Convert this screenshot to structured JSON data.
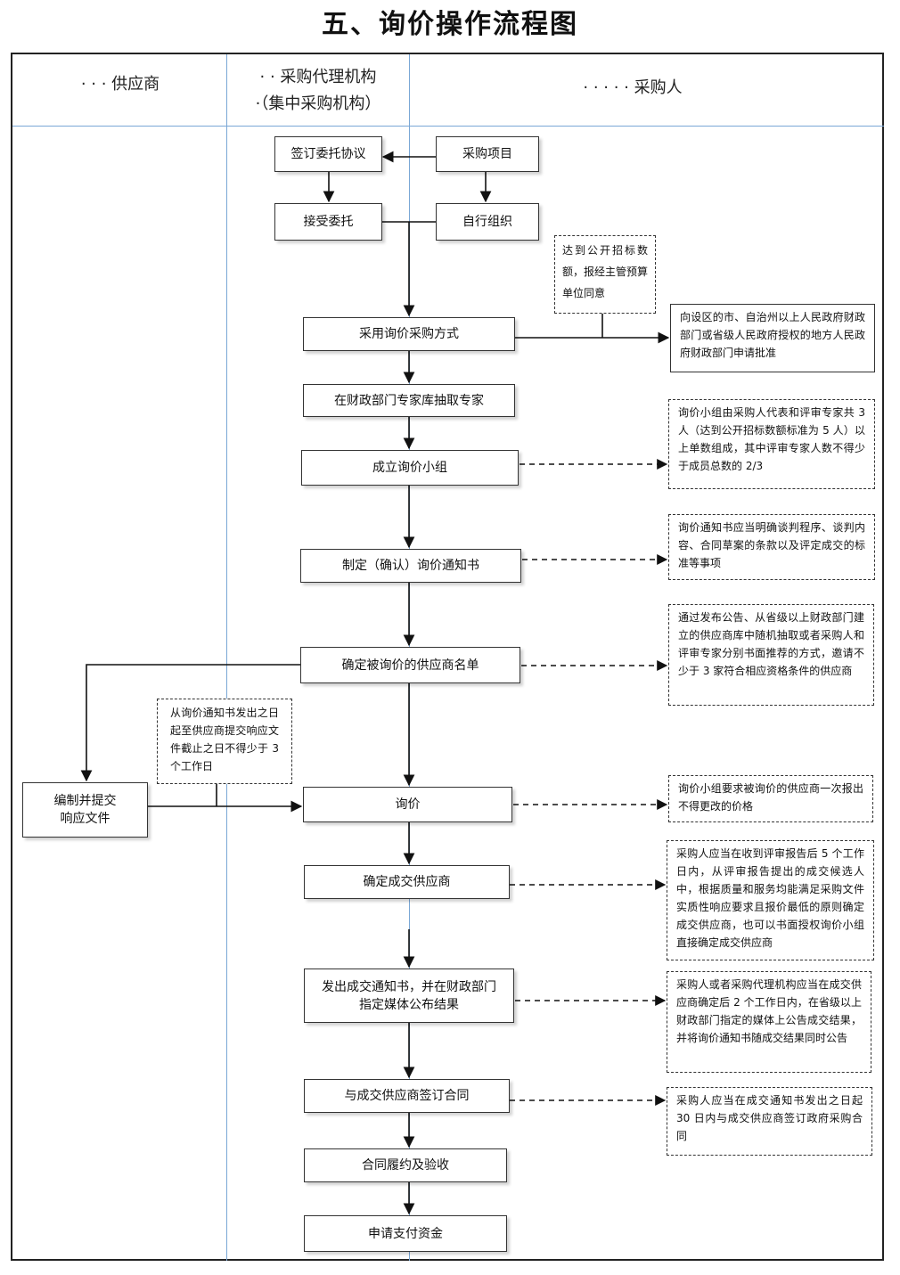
{
  "title": "五、询价操作流程图",
  "lanes": {
    "supplier": "· · · 供应商",
    "agency_line1": "· · 采购代理机构",
    "agency_line2": "·（集中采购机构）",
    "purchaser": "· · · · · 采购人"
  },
  "steps": {
    "sign_agreement": "签订委托协议",
    "project": "采购项目",
    "accept": "接受委托",
    "self_org": "自行组织",
    "method": "采用询价采购方式",
    "experts": "在财政部门专家库抽取专家",
    "group": "成立询价小组",
    "notice": "制定（确认）询价通知书",
    "list": "确定被询价的供应商名单",
    "prepare_line1": "编制并提交",
    "prepare_line2": "响应文件",
    "inquiry": "询价",
    "determine": "确定成交供应商",
    "publish": "发出成交通知书，并在财政部门指定媒体公布结果",
    "contract": "与成交供应商签订合同",
    "perform": "合同履约及验收",
    "pay": "申请支付资金"
  },
  "notes": {
    "threshold": "达到公开招标数额，报经主管预算单位同意",
    "approval": "向设区的市、自治州以上人民政府财政部门或省级人民政府授权的地方人民政府财政部门申请批准",
    "group": "询价小组由采购人代表和评审专家共 3 人（达到公开招标数额标准为 5 人）以上单数组成，其中评审专家人数不得少于成员总数的 2/3",
    "notice": "询价通知书应当明确谈判程序、谈判内容、合同草案的条款以及评定成交的标准等事项",
    "list": "通过发布公告、从省级以上财政部门建立的供应商库中随机抽取或者采购人和评审专家分别书面推荐的方式，邀请不少于 3 家符合相应资格条件的供应商",
    "deadline": "从询价通知书发出之日起至供应商提交响应文件截止之日不得少于 3 个工作日",
    "inquiry": "询价小组要求被询价的供应商一次报出不得更改的价格",
    "determine": "采购人应当在收到评审报告后 5 个工作日内，从评审报告提出的成交候选人中，根据质量和服务均能满足采购文件实质性响应要求且报价最低的原则确定成交供应商，也可以书面授权询价小组直接确定成交供应商",
    "publish": "采购人或者采购代理机构应当在成交供应商确定后 2 个工作日内，在省级以上财政部门指定的媒体上公告成交结果，并将询价通知书随成交结果同时公告",
    "contract": "采购人应当在成交通知书发出之日起 30 日内与成交供应商签订政府采购合同"
  }
}
